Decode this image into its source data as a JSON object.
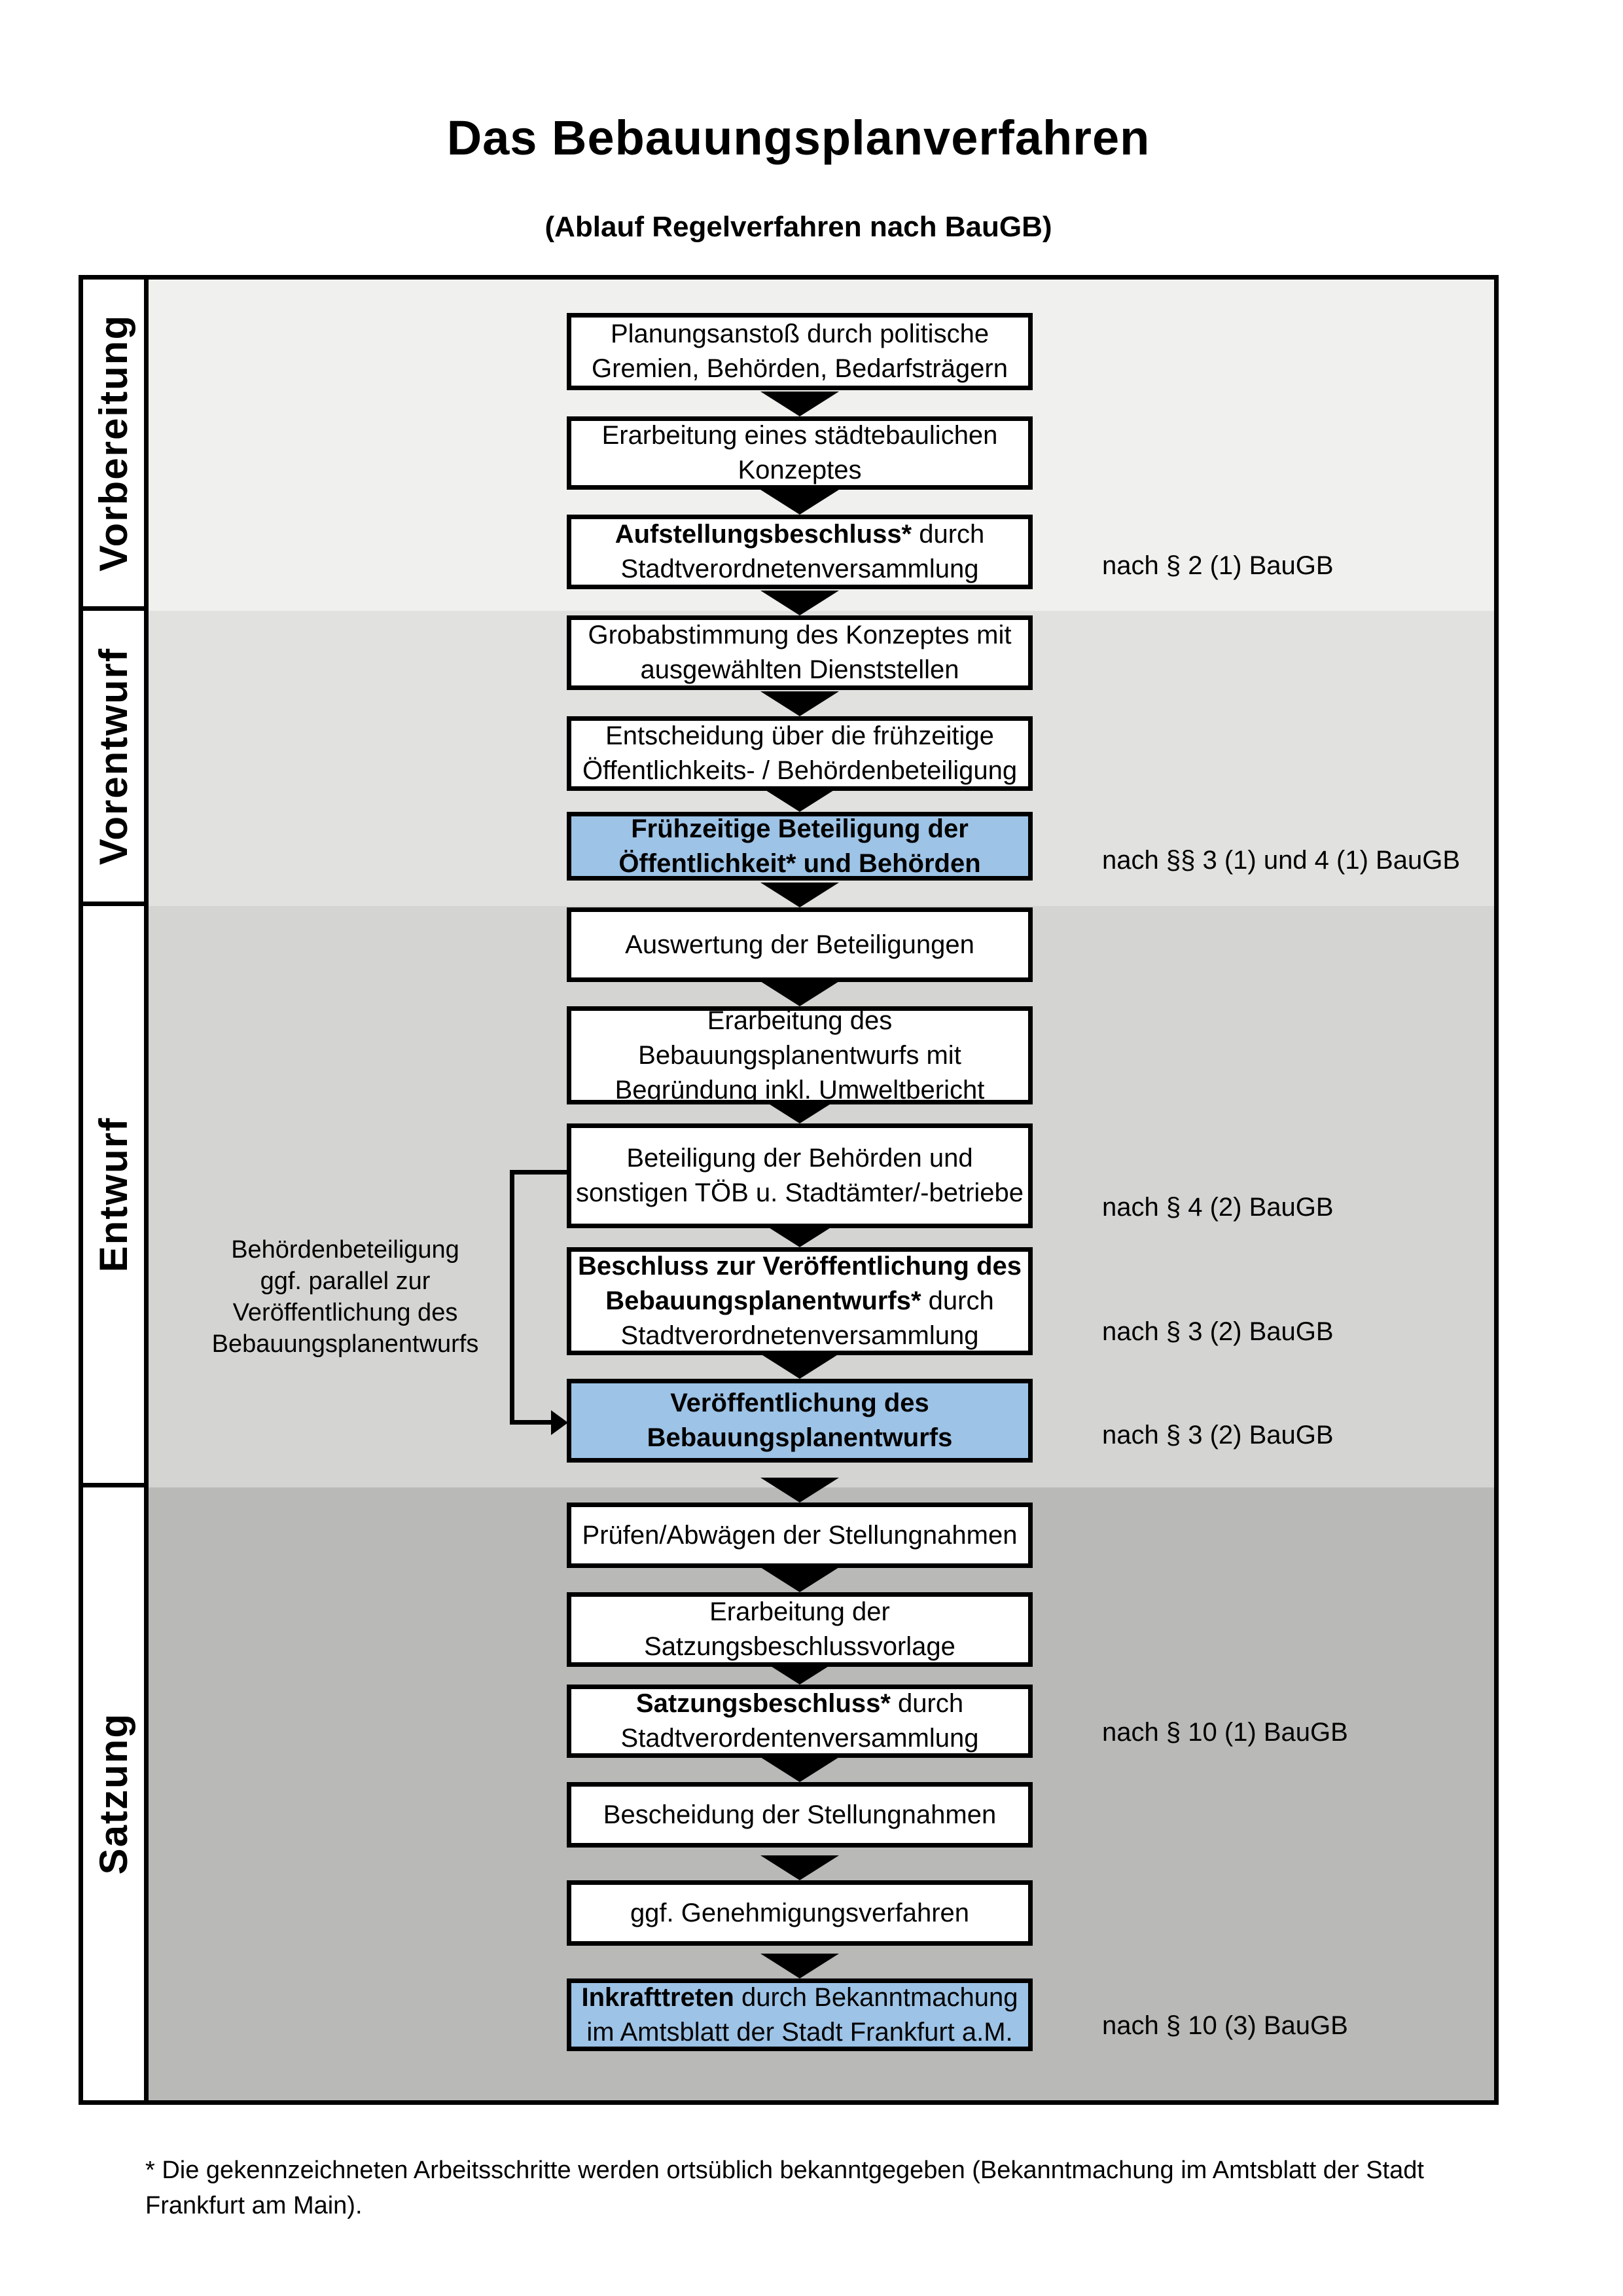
{
  "page": {
    "title": "Das Bebauungsplanverfahren",
    "subtitle": "(Ablauf Regelverfahren nach BauGB)"
  },
  "colors": {
    "highlight_blue": "#9dc3e6",
    "band_vorbereitung": "#f0f0ee",
    "band_vorentwurf": "#e1e1df",
    "band_entwurf": "#d4d4d2",
    "band_satzung": "#b9b9b7",
    "box_border": "#000000"
  },
  "phases": [
    {
      "label": "Vorbereitung"
    },
    {
      "label": "Vorentwurf"
    },
    {
      "label": "Entwurf"
    },
    {
      "label": "Satzung"
    }
  ],
  "steps": [
    {
      "phase": 0,
      "highlight": false,
      "ref": "",
      "lines": [
        [
          {
            "t": "Planungsanstoß durch politische",
            "b": false
          }
        ],
        [
          {
            "t": "Gremien, Behörden, Bedarfsträgern",
            "b": false
          }
        ]
      ]
    },
    {
      "phase": 0,
      "highlight": false,
      "ref": "",
      "lines": [
        [
          {
            "t": "Erarbeitung eines städtebaulichen",
            "b": false
          }
        ],
        [
          {
            "t": "Konzeptes",
            "b": false
          }
        ]
      ]
    },
    {
      "phase": 0,
      "highlight": false,
      "ref": "nach § 2 (1) BauGB",
      "lines": [
        [
          {
            "t": "Aufstellungsbeschluss*",
            "b": true
          },
          {
            "t": " durch",
            "b": false
          }
        ],
        [
          {
            "t": "Stadtverordnetenversammlung",
            "b": false
          }
        ]
      ]
    },
    {
      "phase": 1,
      "highlight": false,
      "ref": "",
      "lines": [
        [
          {
            "t": "Grobabstimmung des Konzeptes mit",
            "b": false
          }
        ],
        [
          {
            "t": "ausgewählten Dienststellen",
            "b": false
          }
        ]
      ]
    },
    {
      "phase": 1,
      "highlight": false,
      "ref": "",
      "lines": [
        [
          {
            "t": "Entscheidung über die frühzeitige",
            "b": false
          }
        ],
        [
          {
            "t": "Öffentlichkeits- / Behördenbeteiligung",
            "b": false
          }
        ]
      ]
    },
    {
      "phase": 1,
      "highlight": true,
      "ref": "nach §§ 3 (1) und 4 (1) BauGB",
      "lines": [
        [
          {
            "t": "Frühzeitige Beteiligung der",
            "b": true
          }
        ],
        [
          {
            "t": "Öffentlichkeit* und Behörden",
            "b": true
          }
        ]
      ]
    },
    {
      "phase": 2,
      "highlight": false,
      "ref": "",
      "lines": [
        [
          {
            "t": "Auswertung der Beteiligungen",
            "b": false
          }
        ]
      ]
    },
    {
      "phase": 2,
      "highlight": false,
      "ref": "",
      "lines": [
        [
          {
            "t": "Erarbeitung des",
            "b": false
          }
        ],
        [
          {
            "t": "Bebauungsplanentwurfs mit",
            "b": false
          }
        ],
        [
          {
            "t": "Begründung inkl. Umweltbericht",
            "b": false
          }
        ]
      ]
    },
    {
      "phase": 2,
      "highlight": false,
      "ref": "nach § 4 (2) BauGB",
      "lines": [
        [
          {
            "t": "Beteiligung der Behörden und",
            "b": false
          }
        ],
        [
          {
            "t": "sonstigen TÖB u. Stadtämter/-betriebe",
            "b": false
          }
        ]
      ]
    },
    {
      "phase": 2,
      "highlight": false,
      "ref": "nach § 3 (2) BauGB",
      "lines": [
        [
          {
            "t": "Beschluss zur Veröffentlichung des",
            "b": true
          }
        ],
        [
          {
            "t": "Bebauungsplanentwurfs*",
            "b": true
          },
          {
            "t": " durch",
            "b": false
          }
        ],
        [
          {
            "t": "Stadtverordnetenversammlung",
            "b": false
          }
        ]
      ]
    },
    {
      "phase": 2,
      "highlight": true,
      "ref": "nach § 3 (2) BauGB",
      "lines": [
        [
          {
            "t": "Veröffentlichung des",
            "b": true
          }
        ],
        [
          {
            "t": "Bebauungsplanentwurfs",
            "b": true
          }
        ]
      ]
    },
    {
      "phase": 3,
      "highlight": false,
      "ref": "",
      "lines": [
        [
          {
            "t": "Prüfen/Abwägen der Stellungnahmen",
            "b": false
          }
        ]
      ]
    },
    {
      "phase": 3,
      "highlight": false,
      "ref": "",
      "lines": [
        [
          {
            "t": "Erarbeitung der",
            "b": false
          }
        ],
        [
          {
            "t": "Satzungsbeschlussvorlage",
            "b": false
          }
        ]
      ]
    },
    {
      "phase": 3,
      "highlight": false,
      "ref": "nach § 10 (1) BauGB",
      "lines": [
        [
          {
            "t": "Satzungsbeschluss*",
            "b": true
          },
          {
            "t": " durch",
            "b": false
          }
        ],
        [
          {
            "t": "Stadtverordentenversammlung",
            "b": false
          }
        ]
      ]
    },
    {
      "phase": 3,
      "highlight": false,
      "ref": "",
      "lines": [
        [
          {
            "t": "Bescheidung der Stellungnahmen",
            "b": false
          }
        ]
      ]
    },
    {
      "phase": 3,
      "highlight": false,
      "ref": "",
      "lines": [
        [
          {
            "t": "ggf. Genehmigungsverfahren",
            "b": false
          }
        ]
      ]
    },
    {
      "phase": 3,
      "highlight": true,
      "ref": "nach § 10 (3) BauGB",
      "lines": [
        [
          {
            "t": "Inkrafttreten",
            "b": true
          },
          {
            "t": " durch Bekanntmachung",
            "b": false
          }
        ],
        [
          {
            "t": "im Amtsblatt der Stadt Frankfurt a.M.",
            "b": false
          }
        ]
      ]
    }
  ],
  "side_note_lines": [
    "Behördenbeteiligung",
    "ggf. parallel zur",
    "Veröffentlichung des",
    "Bebauungsplanentwurfs"
  ],
  "footnote_lines": [
    "* Die gekennzeichneten Arbeitsschritte werden ortsüblich bekanntgegeben (Bekanntmachung im Amtsblatt  der Stadt",
    "Frankfurt am Main)."
  ]
}
